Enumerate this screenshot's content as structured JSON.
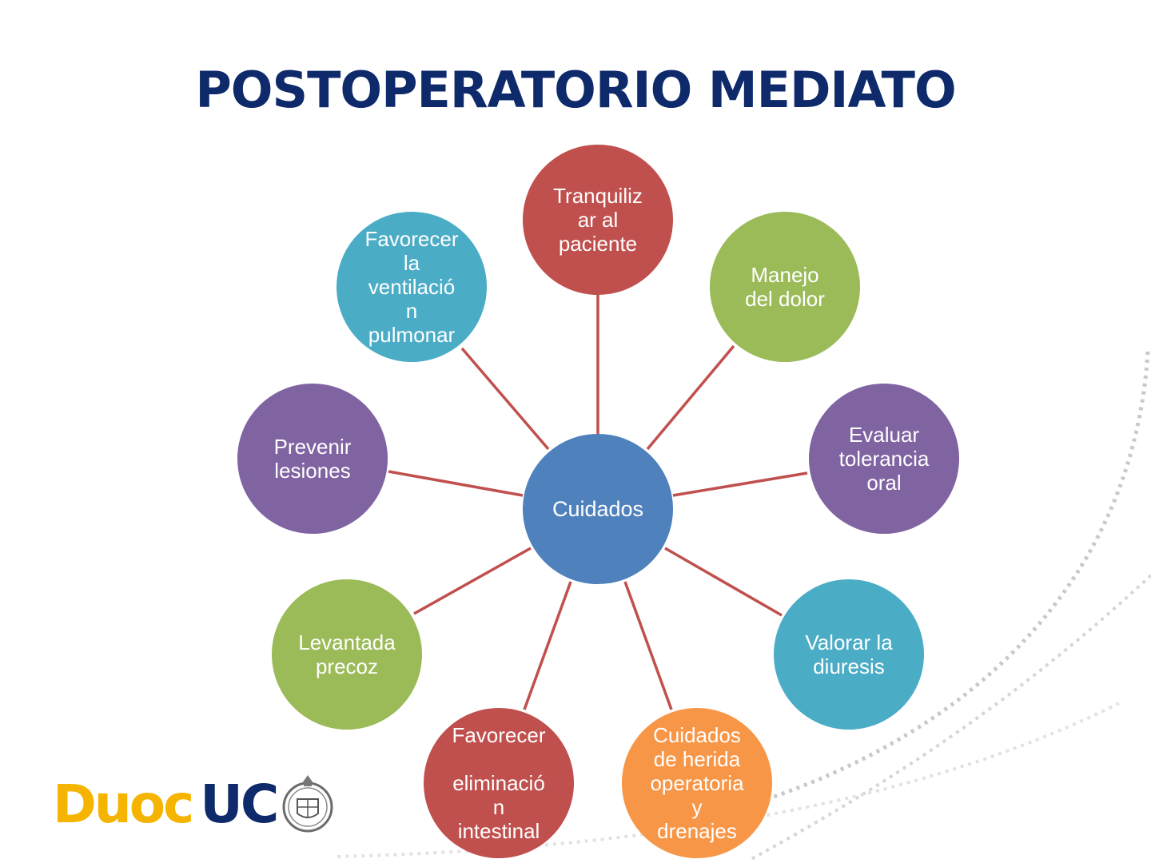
{
  "slide": {
    "title": "POSTOPERATORIO MEDIATO"
  },
  "diagram": {
    "center": {
      "label": "Cuidados",
      "color": "#4f81bd"
    },
    "line_color": "#c0504d",
    "nodes": [
      {
        "label": "Tranquiliz\nar al\npaciente",
        "color": "#c0504d"
      },
      {
        "label": "Manejo\ndel dolor",
        "color": "#9bbb59"
      },
      {
        "label": "Evaluar\ntolerancia\noral",
        "color": "#8064a2"
      },
      {
        "label": "Valorar la\ndiuresis",
        "color": "#4bacc6"
      },
      {
        "label": "Cuidados\nde herida\noperatoria\ny\ndrenajes",
        "color": "#f79646"
      },
      {
        "label": "Favorecer\n\neliminació\nn\nintestinal",
        "color": "#c0504d"
      },
      {
        "label": "Levantada\nprecoz",
        "color": "#9bbb59"
      },
      {
        "label": "Prevenir\nlesiones",
        "color": "#8064a2"
      },
      {
        "label": "Favorecer\nla\nventilació\nn\npulmonar",
        "color": "#4bacc6"
      }
    ]
  },
  "logo": {
    "text_duoc": "Duoc",
    "text_uc": "UC",
    "seal_icon": "university-seal-icon",
    "colors": {
      "duoc": "#f4b400",
      "uc": "#0e2a6b"
    }
  }
}
